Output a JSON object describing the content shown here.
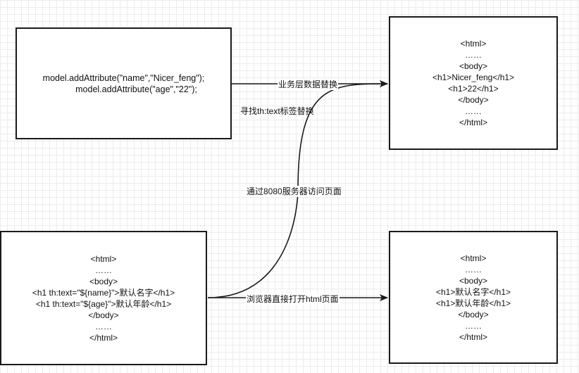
{
  "boxes": {
    "model": {
      "lines": [
        "model.addAttribute(\"name\",\"Nicer_feng\");",
        "model.addAttribute(\"age\",\"22\");"
      ]
    },
    "server": {
      "lines": [
        "<html>",
        "……",
        "<body>",
        "<h1>Nicer_feng</h1>",
        "<h1>22</h1>",
        "</body>",
        "……",
        "</html>"
      ]
    },
    "template": {
      "lines": [
        "<html>",
        "……",
        "<body>",
        "<h1 th:text=\"${name}\">默认名字</h1>",
        "<h1 th:text=\"${age}\">默认年龄</h1>",
        "</body>",
        "……",
        "</html>"
      ]
    },
    "static": {
      "lines": [
        "<html>",
        "……",
        "<body>",
        "<h1>默认名字</h1>",
        "<h1>默认年龄</h1>",
        "</body>",
        "……",
        "</html>"
      ]
    }
  },
  "edges": {
    "biz_replace": "业务层数据替换",
    "find_th_text": "寻找th:text标签替换",
    "visit_8080": "通过8080服务器访问页面",
    "browser_open": "浏览器直接打开html页面"
  },
  "colors": {
    "stroke": "#1a1a1a",
    "grid": "#ececec",
    "background": "#ffffff"
  }
}
